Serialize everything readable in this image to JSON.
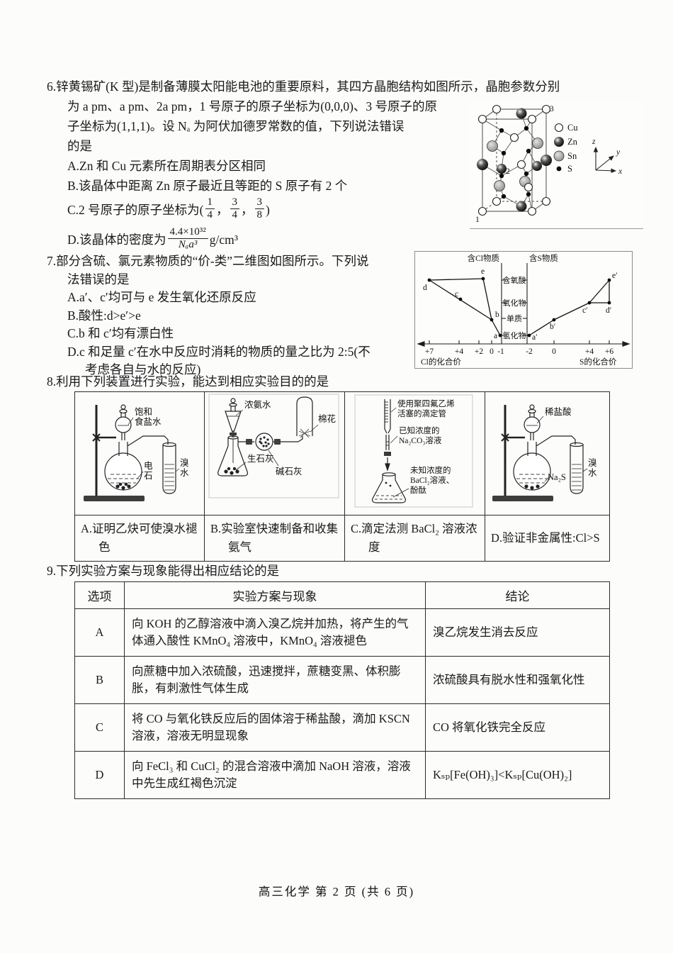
{
  "q6": {
    "line1": "6.锌黄锡矿(K 型)是制备薄膜太阳能电池的重要原料，其四方晶胞结构如图所示，晶胞参数分别",
    "line2": "为 a pm、a pm、2a pm，1 号原子的原子坐标为(0,0,0)、3 号原子的原",
    "line3": "子坐标为(1,1,1)。设 Nₐ 为阿伏加德罗常数的值，下列说法错误",
    "line4": "的是",
    "opt_a": "A.Zn 和 Cu 元素所在周期表分区相同",
    "opt_b": "B.该晶体中距离 Zn 原子最近且等距的 S 原子有 2 个",
    "opt_c": {
      "pre": "C.2 号原子的原子坐标为(",
      "f1n": "1",
      "f1d": "4",
      "sep1": "，",
      "f2n": "3",
      "f2d": "4",
      "sep2": "，",
      "f3n": "3",
      "f3d": "8",
      "post": ")"
    },
    "opt_d": {
      "pre": "D.该晶体的密度为",
      "num": "4.4×10³²",
      "den": "Nₐa³",
      "post": " g/cm³"
    },
    "figure": {
      "legend": [
        "Cu",
        "Zn",
        "Sn",
        "S"
      ],
      "axes": [
        "z",
        "y",
        "x"
      ],
      "atom_labels": [
        "1",
        "2",
        "3"
      ]
    }
  },
  "q7": {
    "line1": "7.部分含硫、氯元素物质的“价-类”二维图如图所示。下列说",
    "line2": "法错误的是",
    "opt_a": "A.a′、c′均可与 e 发生氧化还原反应",
    "opt_b": "B.酸性:d>e′>e",
    "opt_c": "C.b 和 c′均有漂白性",
    "opt_d1": "D.c 和足量 c′在水中反应时消耗的物质的量之比为 2:5(不",
    "opt_d2": "考虑各自与水的反应)",
    "figure": {
      "top_left": "含Cl物质",
      "top_right": "含S物质",
      "categories": [
        "含氧酸",
        "氧化物",
        "单质",
        "氢化物"
      ],
      "cl_ticks": [
        "+7",
        "+4",
        "+2",
        "0",
        "-1"
      ],
      "s_ticks": [
        "-2",
        "0",
        "+4",
        "+6"
      ],
      "cl_axis_label": "Cl的化合价",
      "s_axis_label": "S的化合价",
      "points_cl": [
        "d",
        "c",
        "e",
        "b",
        "a"
      ],
      "points_s": [
        "a′",
        "b′",
        "c′",
        "d′",
        "e′"
      ]
    }
  },
  "q8": {
    "title": "8.利用下列装置进行实验，能达到相应实验目的的是",
    "a": {
      "caption": "A.证明乙炔可使溴水褪色",
      "funnel1": "饱和",
      "funnel2": "食盐水",
      "flask1": "电",
      "flask2": "石",
      "tube1": "溴",
      "tube2": "水"
    },
    "b": {
      "caption": "B.实验室快速制备和收集氨气",
      "funnel": "浓氨水",
      "flask": "生石灰",
      "dryer": "碱石灰",
      "cotton": "棉花"
    },
    "c": {
      "caption": "C.滴定法测 BaCl₂ 溶液浓度",
      "burette1": "使用聚四氟乙烯",
      "burette2": "活塞的滴定管",
      "known1": "已知浓度的",
      "known2": "Na₂CO₃溶液",
      "unknown1": "未知浓度的",
      "unknown2": "BaCl₂溶液、",
      "unknown3": "酚酞"
    },
    "d": {
      "caption": "D.验证非金属性:Cl>S",
      "funnel": "稀盐酸",
      "flask": "Na₂S",
      "tube1": "溴",
      "tube2": "水"
    }
  },
  "q9": {
    "title": "9.下列实验方案与现象能得出相应结论的是",
    "headers": [
      "选项",
      "实验方案与现象",
      "结论"
    ],
    "rows": [
      {
        "option": "A",
        "scheme": "向 KOH 的乙醇溶液中滴入溴乙烷并加热，将产生的气体通入酸性 KMnO₄ 溶液中，KMnO₄ 溶液褪色",
        "conclusion": "溴乙烷发生消去反应"
      },
      {
        "option": "B",
        "scheme": "向蔗糖中加入浓硫酸，迅速搅拌，蔗糖变黑、体积膨胀，有刺激性气体生成",
        "conclusion": "浓硫酸具有脱水性和强氧化性"
      },
      {
        "option": "C",
        "scheme": "将 CO 与氧化铁反应后的固体溶于稀盐酸，滴加 KSCN 溶液，溶液无明显现象",
        "conclusion": "CO 将氧化铁完全反应"
      },
      {
        "option": "D",
        "scheme": "向 FeCl₃ 和 CuCl₂ 的混合溶液中滴加 NaOH 溶液，溶液中先生成红褐色沉淀",
        "conclusion": "Kₛₚ[Fe(OH)₃]<Kₛₚ[Cu(OH)₂]"
      }
    ]
  },
  "footer": "高三化学 第 2 页 (共 6 页)"
}
